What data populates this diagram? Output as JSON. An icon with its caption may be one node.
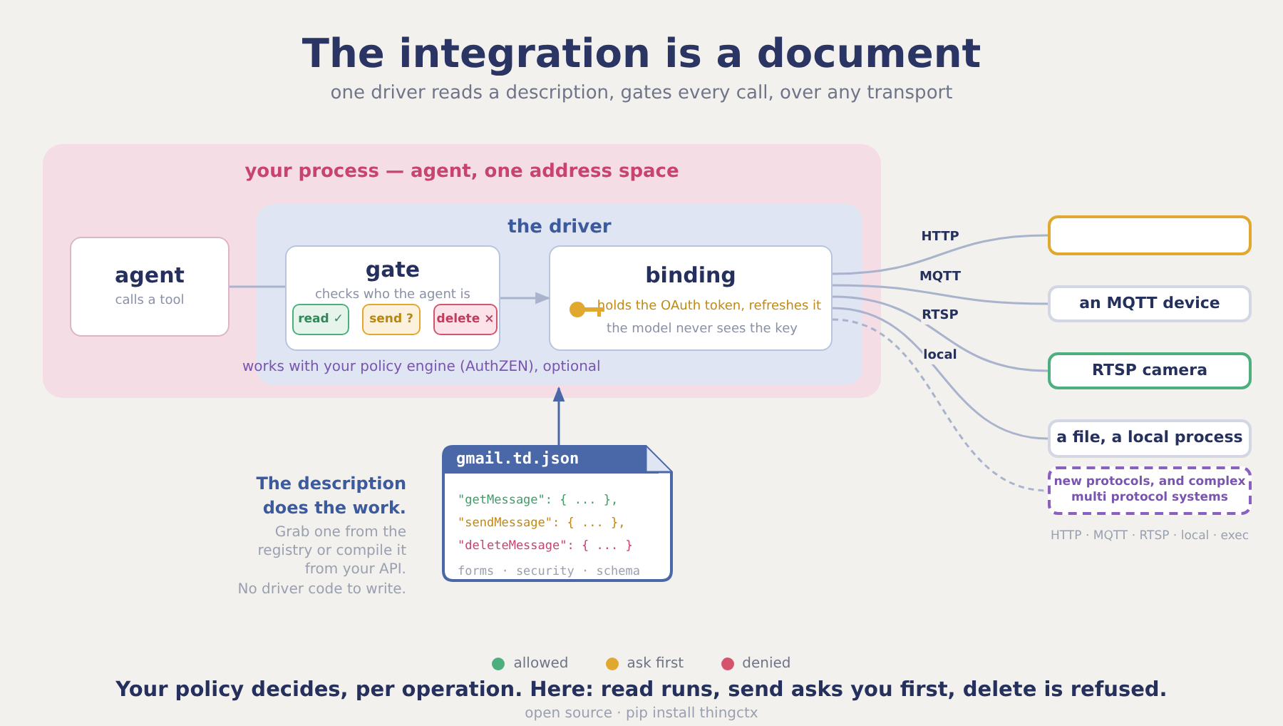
{
  "diagram": {
    "title": "The integration is a document",
    "nodes": [
      {
        "text": [
          "your process — agent, one address space"
        ]
      },
      {
        "text": [
          "agent",
          "calls a tool"
        ],
        "in": 0
      },
      {
        "text": [
          "the driver",
          "works with your policy engine (AuthZEN), optional"
        ],
        "in": 0
      },
      {
        "text": [
          "gate",
          "checks who the agent is"
        ],
        "in": 2
      },
      {
        "text": [
          "read ✓"
        ],
        "in": 3
      },
      {
        "text": [
          "send ?"
        ],
        "in": 3
      },
      {
        "text": [
          "delete ×"
        ],
        "in": 3
      },
      {
        "text": [
          "binding",
          "holds the OAuth token, refreshes it",
          "the model never sees the key"
        ],
        "in": 2
      },
      {
        "text": [],
        "shape": "box"
      },
      {
        "text": [
          "an MQTT device"
        ]
      },
      {
        "text": [
          "RTSP camera"
        ]
      },
      {
        "text": [
          "a file, a local process"
        ]
      },
      {
        "text": [
          "new protocols, and complex multi protocol systems"
        ]
      },
      {
        "text": [
          "gmail.td.json",
          "\"getMessage\": { ... },",
          "\"sendMessage\": { ... },",
          "\"deleteMessage\": { ... }",
          "forms · security · schema"
        ]
      }
    ],
    "edges": [
      {
        "from": 1,
        "to": 3,
        "arrow": "none"
      },
      {
        "from": 3,
        "to": 7,
        "arrow": "to"
      },
      {
        "from": 7,
        "to": 8,
        "arrow": "none",
        "label": "HTTP"
      },
      {
        "from": 7,
        "to": 9,
        "arrow": "none",
        "label": "MQTT"
      },
      {
        "from": 7,
        "to": 10,
        "arrow": "none",
        "label": "RTSP"
      },
      {
        "from": 7,
        "to": 11,
        "arrow": "none",
        "label": "local"
      },
      {
        "from": 7,
        "to": 12,
        "arrow": "none",
        "style": "dashed"
      },
      {
        "from": 13,
        "to": 2,
        "arrow": "to",
        "color": "#4a67a8"
      }
    ],
    "labels": [
      "one driver reads a description, gates every call, over any transport",
      "The description does the work.",
      "Grab one from the registry or compile it from your API.",
      "No driver code to write.",
      "HTTP · MQTT · RTSP · local · exec",
      "Your policy decides, per operation. Here: read runs, send asks you first, delete is refused.",
      "open source · pip install thingctx"
    ],
    "legend": [
      {
        "text": "allowed",
        "color": "#4caf7d"
      },
      {
        "text": "ask first",
        "color": "#e0a82e"
      },
      {
        "text": "denied",
        "color": "#d4546e"
      }
    ]
  }
}
